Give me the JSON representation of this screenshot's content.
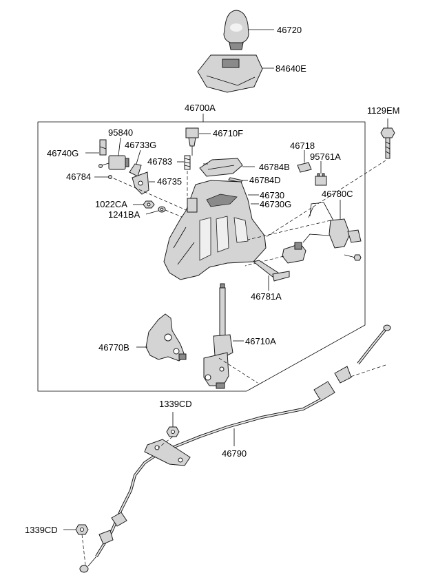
{
  "labels": {
    "p46720": "46720",
    "p84640E": "84640E",
    "p46700A": "46700A",
    "p1129EM": "1129EM",
    "p95840": "95840",
    "p46710F": "46710F",
    "p46740G": "46740G",
    "p46733G": "46733G",
    "p46718": "46718",
    "p46783": "46783",
    "p46784B": "46784B",
    "p95761A": "95761A",
    "p46784": "46784",
    "p46735": "46735",
    "p46784D": "46784D",
    "p46730": "46730",
    "p46780C": "46780C",
    "p46730G": "46730G",
    "p1022CA": "1022CA",
    "p1241BA": "1241BA",
    "p46781A": "46781A",
    "p46770B": "46770B",
    "p46710A": "46710A",
    "p1339CD_top": "1339CD",
    "p46790": "46790",
    "p1339CD_bottom": "1339CD"
  }
}
